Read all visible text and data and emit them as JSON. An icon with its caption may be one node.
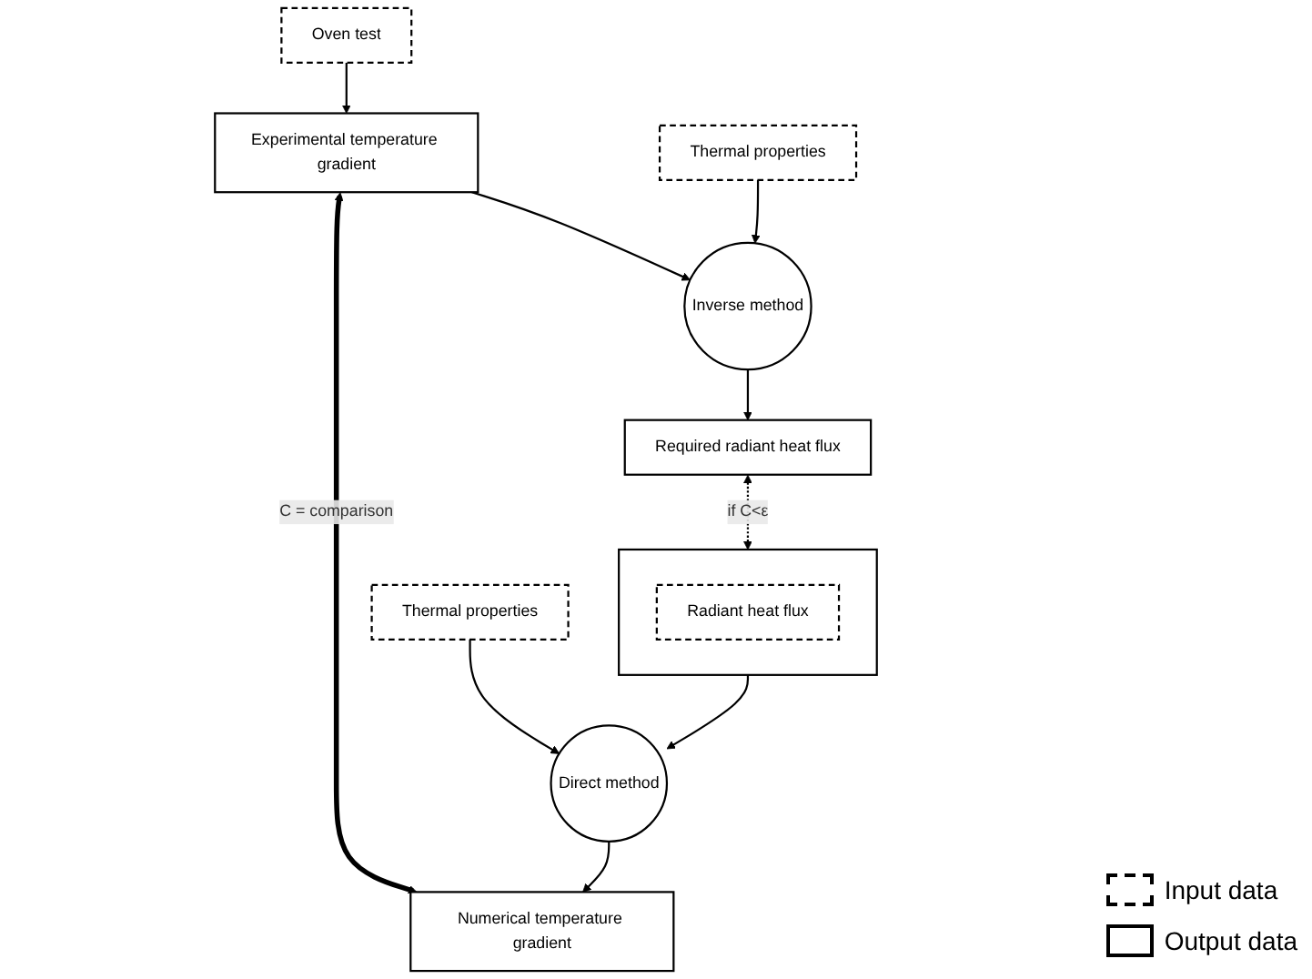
{
  "diagram": {
    "nodes": [
      {
        "text": [
          "Oven test"
        ]
      },
      {
        "text": [
          "Experimental temperature gradient"
        ]
      },
      {
        "text": [
          "Numerical temperature gradient"
        ]
      },
      {
        "text": [
          "Thermal properties"
        ]
      },
      {
        "text": [
          "Inverse method"
        ]
      },
      {
        "text": [
          "Direct method"
        ]
      },
      {
        "text": [
          "Thermal properties"
        ]
      },
      {
        "text": [
          "Required radiant heat flux"
        ]
      },
      {
        "text": [],
        "shape": "box"
      },
      {
        "text": [
          "Radiant heat flux"
        ],
        "in": 8
      }
    ],
    "edges": [
      {
        "from": 0,
        "to": 1,
        "arrow": "to"
      },
      {
        "from": 1,
        "to": 2,
        "arrow": "both",
        "label": "C = comparison",
        "style": "thick"
      },
      {
        "from": 1,
        "to": 4,
        "arrow": "to"
      },
      {
        "from": 3,
        "to": 4,
        "arrow": "to"
      },
      {
        "from": 4,
        "to": 7,
        "arrow": "to"
      },
      {
        "from": 7,
        "to": 8,
        "arrow": "both",
        "label": "if C<ε",
        "style": "dashed"
      },
      {
        "from": 5,
        "to": 2,
        "arrow": "to"
      },
      {
        "from": 6,
        "to": 5,
        "arrow": "to"
      },
      {
        "from": 8,
        "to": 5,
        "arrow": "to"
      }
    ],
    "legend": [
      {
        "text": "Input data"
      },
      {
        "text": "Output data"
      }
    ]
  }
}
